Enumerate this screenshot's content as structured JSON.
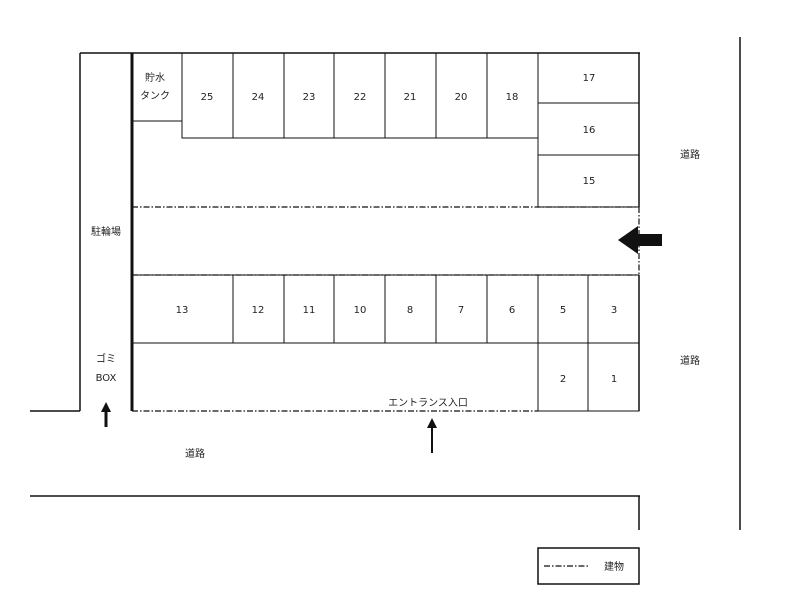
{
  "labels": {
    "water_tank_line1": "貯水",
    "water_tank_line2": "タンク",
    "bicycle_parking": "駐輪場",
    "garbage_line1": "ゴミ",
    "garbage_line2": "BOX",
    "entrance": "エントランス入口",
    "road_right_top": "道路",
    "road_right_bottom": "道路",
    "road_bottom": "道路",
    "legend_building": "建物"
  },
  "spaces": {
    "top_row": [
      "25",
      "24",
      "23",
      "22",
      "21",
      "20",
      "18"
    ],
    "right_column": [
      "17",
      "16",
      "15"
    ],
    "middle_row": [
      "13",
      "12",
      "11",
      "10",
      "8",
      "7",
      "6",
      "5",
      "3"
    ],
    "bottom_right": [
      "2",
      "1"
    ]
  }
}
